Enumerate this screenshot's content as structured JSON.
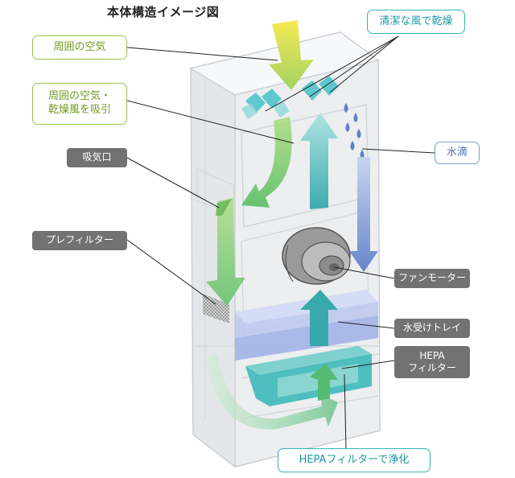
{
  "title": "本体構造イメージ図",
  "labels": {
    "ambient_air": "周囲の空気",
    "clean_dry_air": "清潔な風で乾燥",
    "intake_line1": "周囲の空気・",
    "intake_line2": "乾燥風を吸引",
    "inlet": "吸気口",
    "water_drops": "水滴",
    "prefilter": "プレフィルター",
    "fan_motor": "ファンモーター",
    "tray": "水受けトレイ",
    "hepa_line1": "HEPA",
    "hepa_line2": "フィルター",
    "hepa_purify": "HEPAフィルターで浄化"
  },
  "colors": {
    "green_label": "#9cc246",
    "teal_label": "#33b3b8",
    "blue_label": "#7d99cf",
    "gray_label": "#727272",
    "green_arrow": "#7ec850",
    "teal_arrow": "#3fb3b1",
    "blue_arrow": "#6f8fd1"
  }
}
